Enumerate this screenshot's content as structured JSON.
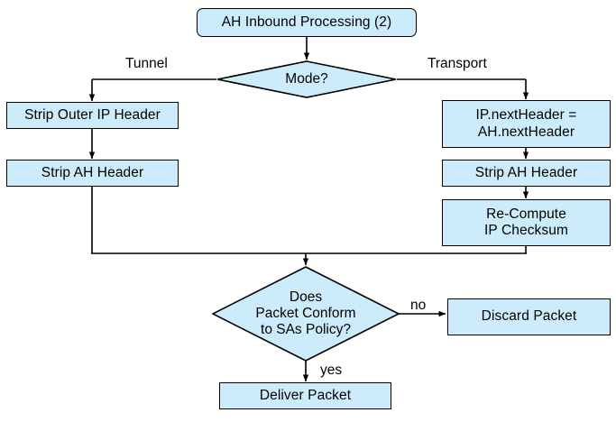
{
  "diagram": {
    "title": "AH Inbound Processing (2)",
    "colors": {
      "node_fill": "#cdecfb",
      "node_border": "#000000",
      "edge": "#000000",
      "background": "#ffffff",
      "text": "#000000"
    },
    "nodes": {
      "start": {
        "label": "AH Inbound Processing (2)",
        "shape": "rounded-rect"
      },
      "mode_decision": {
        "label": "Mode?",
        "shape": "diamond"
      },
      "strip_outer_ip_header": {
        "label": "Strip Outer IP Header",
        "shape": "rect"
      },
      "strip_ah_header_tunnel": {
        "label": "Strip AH Header",
        "shape": "rect"
      },
      "ip_next_header": {
        "label": "IP.nextHeader =\nAH.nextHeader",
        "shape": "rect"
      },
      "strip_ah_header_transport": {
        "label": "Strip AH Header",
        "shape": "rect"
      },
      "recompute_checksum": {
        "label": "Re-Compute\nIP Checksum",
        "shape": "rect"
      },
      "conform_decision": {
        "label": "Does\nPacket Conform\nto SAs Policy?",
        "shape": "diamond"
      },
      "discard_packet": {
        "label": "Discard Packet",
        "shape": "rect"
      },
      "deliver_packet": {
        "label": "Deliver Packet",
        "shape": "rect"
      }
    },
    "edge_labels": {
      "tunnel": "Tunnel",
      "transport": "Transport",
      "no": "no",
      "yes": "yes"
    }
  }
}
